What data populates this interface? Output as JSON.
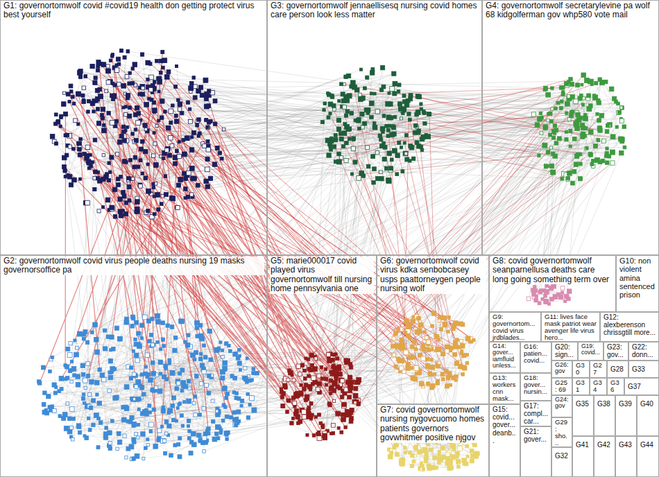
{
  "diagram": {
    "nodes": [
      {
        "text": [
          "G1: governortomwolf covid #covid19 health don getting protect virus best yourself"
        ]
      },
      {
        "text": [
          "G3: governortomwolf jennaellisesq nursing covid homes care person look less matter"
        ]
      },
      {
        "text": [
          "G4: governortomwolf secretarylevine pa wolf 68 kidgolferman gov whp580 vote mail"
        ]
      },
      {
        "text": [
          "G2: governortomwolf covid virus people deaths nursing 19 masks governorsoffice pa"
        ]
      },
      {
        "text": [
          "G5: marie000017 covid played virus governortomwolf till nursing home pennsylvania one"
        ]
      },
      {
        "text": [
          "G6: governortomwolf covid virus kdka senbobcasey usps paattorneygen people nursing wolf"
        ]
      },
      {
        "text": [
          "G8: covid governortomwolf seanparnellusa deaths care long going something term over"
        ]
      },
      {
        "text": [
          "G10: non violent amina sentenced prison"
        ]
      },
      {
        "text": [
          "G9: governortom... covid virus jrdblades..."
        ]
      },
      {
        "text": [
          "G11: lives face mask patriot wear avenger life virus hero..."
        ]
      },
      {
        "text": [
          "G12: alexberenson chrissgtill more..."
        ]
      },
      {
        "text": [
          "G14: gover... iamfluid unless..."
        ]
      },
      {
        "text": [
          "G16: patien... covid..."
        ]
      },
      {
        "text": [
          "G20: sign..."
        ]
      },
      {
        "text": [
          "G19: covid..."
        ]
      },
      {
        "text": [
          "G23: gov..."
        ]
      },
      {
        "text": [
          "G22: donn..."
        ]
      },
      {
        "text": [
          "G26: gov"
        ]
      },
      {
        "text": [
          "G30"
        ]
      },
      {
        "text": [
          "G27"
        ]
      },
      {
        "text": [
          "G28"
        ]
      },
      {
        "text": [
          "G33"
        ]
      },
      {
        "text": [
          "G13: workers cnn mask..."
        ]
      },
      {
        "text": [
          "G18: gover... nursin..."
        ]
      },
      {
        "text": [
          "G25: 69"
        ]
      },
      {
        "text": [
          "G31"
        ]
      },
      {
        "text": [
          "G34"
        ]
      },
      {
        "text": [
          "G36"
        ]
      },
      {
        "text": [
          "G37"
        ]
      },
      {
        "text": [
          "G7: covid governortomwolf nursing nygovcuomo homes patients governors govwhitmer positive njgov"
        ]
      },
      {
        "text": [
          "G17: compl... car..."
        ]
      },
      {
        "text": [
          "G24: gov"
        ]
      },
      {
        "text": [
          "G35"
        ]
      },
      {
        "text": [
          "G38"
        ]
      },
      {
        "text": [
          "G39"
        ]
      },
      {
        "text": [
          "G40"
        ]
      },
      {
        "text": [
          "G15: covid... gover... deanb..."
        ]
      },
      {
        "text": [
          "G29: sho..."
        ]
      },
      {
        "text": [
          "G21: gover..."
        ]
      },
      {
        "text": [
          "G41"
        ]
      },
      {
        "text": [
          "G42"
        ]
      },
      {
        "text": [
          "G43"
        ]
      },
      {
        "text": [
          "G44"
        ]
      },
      {
        "text": [
          "G32"
        ]
      }
    ]
  }
}
